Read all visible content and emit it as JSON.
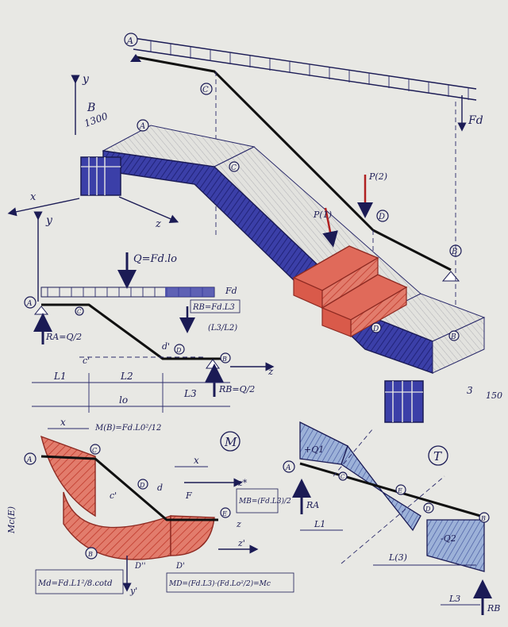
{
  "nodes": {
    "A": "A",
    "B": "B",
    "C": "C",
    "D": "D",
    "E": "E"
  },
  "top": {
    "load_label": "Fd",
    "node_a": "A",
    "node_c": "C",
    "node_d": "D",
    "node_b": "B"
  },
  "geometry": {
    "B_label": "B",
    "width_label": "1300",
    "y_axis": "y",
    "x_axis": "x",
    "z_axis": "z",
    "thickness_label": "3",
    "depth_label": "150",
    "P1": "P(1)",
    "P2": "P(2)"
  },
  "beam": {
    "Q_label": "Q=Fd.lo",
    "Fd": "Fd",
    "RB_load": "RB=Fd.L3",
    "ratio": "(L3/L2)",
    "RA": "RA=Q/2",
    "RB": "RB=Q/2",
    "c_prime": "c'",
    "d_prime": "d'",
    "L1": "L1",
    "L2": "L2",
    "L3": "L3",
    "lo": "lo",
    "z": "z"
  },
  "moment": {
    "title": "M",
    "x_label": "x",
    "x_label2": "x",
    "MB_formula": "M(B)=Fd.L0²/12",
    "MB_right": "MB=(Fd.L3)/2",
    "Mc_left": "Mc(E)",
    "Md_formula": "Md=Fd.L1²/8.cotd",
    "Mc_formula": "MD=(Fd.L3)·(Fd.Lo²/2)=Mc",
    "c_label": "c'",
    "d_label": "d",
    "f_label": "F",
    "D_label": "D'",
    "D2_label": "D''",
    "y_axis": "y'",
    "z_axis": "z'",
    "z2": "z",
    "z_star": "z*"
  },
  "shear": {
    "title": "T",
    "RA": "RA",
    "RB": "RB",
    "L1": "L1",
    "L3": "L3",
    "L3b": "L(3)",
    "plus1": "+Q1",
    "minus1": "-Q2"
  }
}
